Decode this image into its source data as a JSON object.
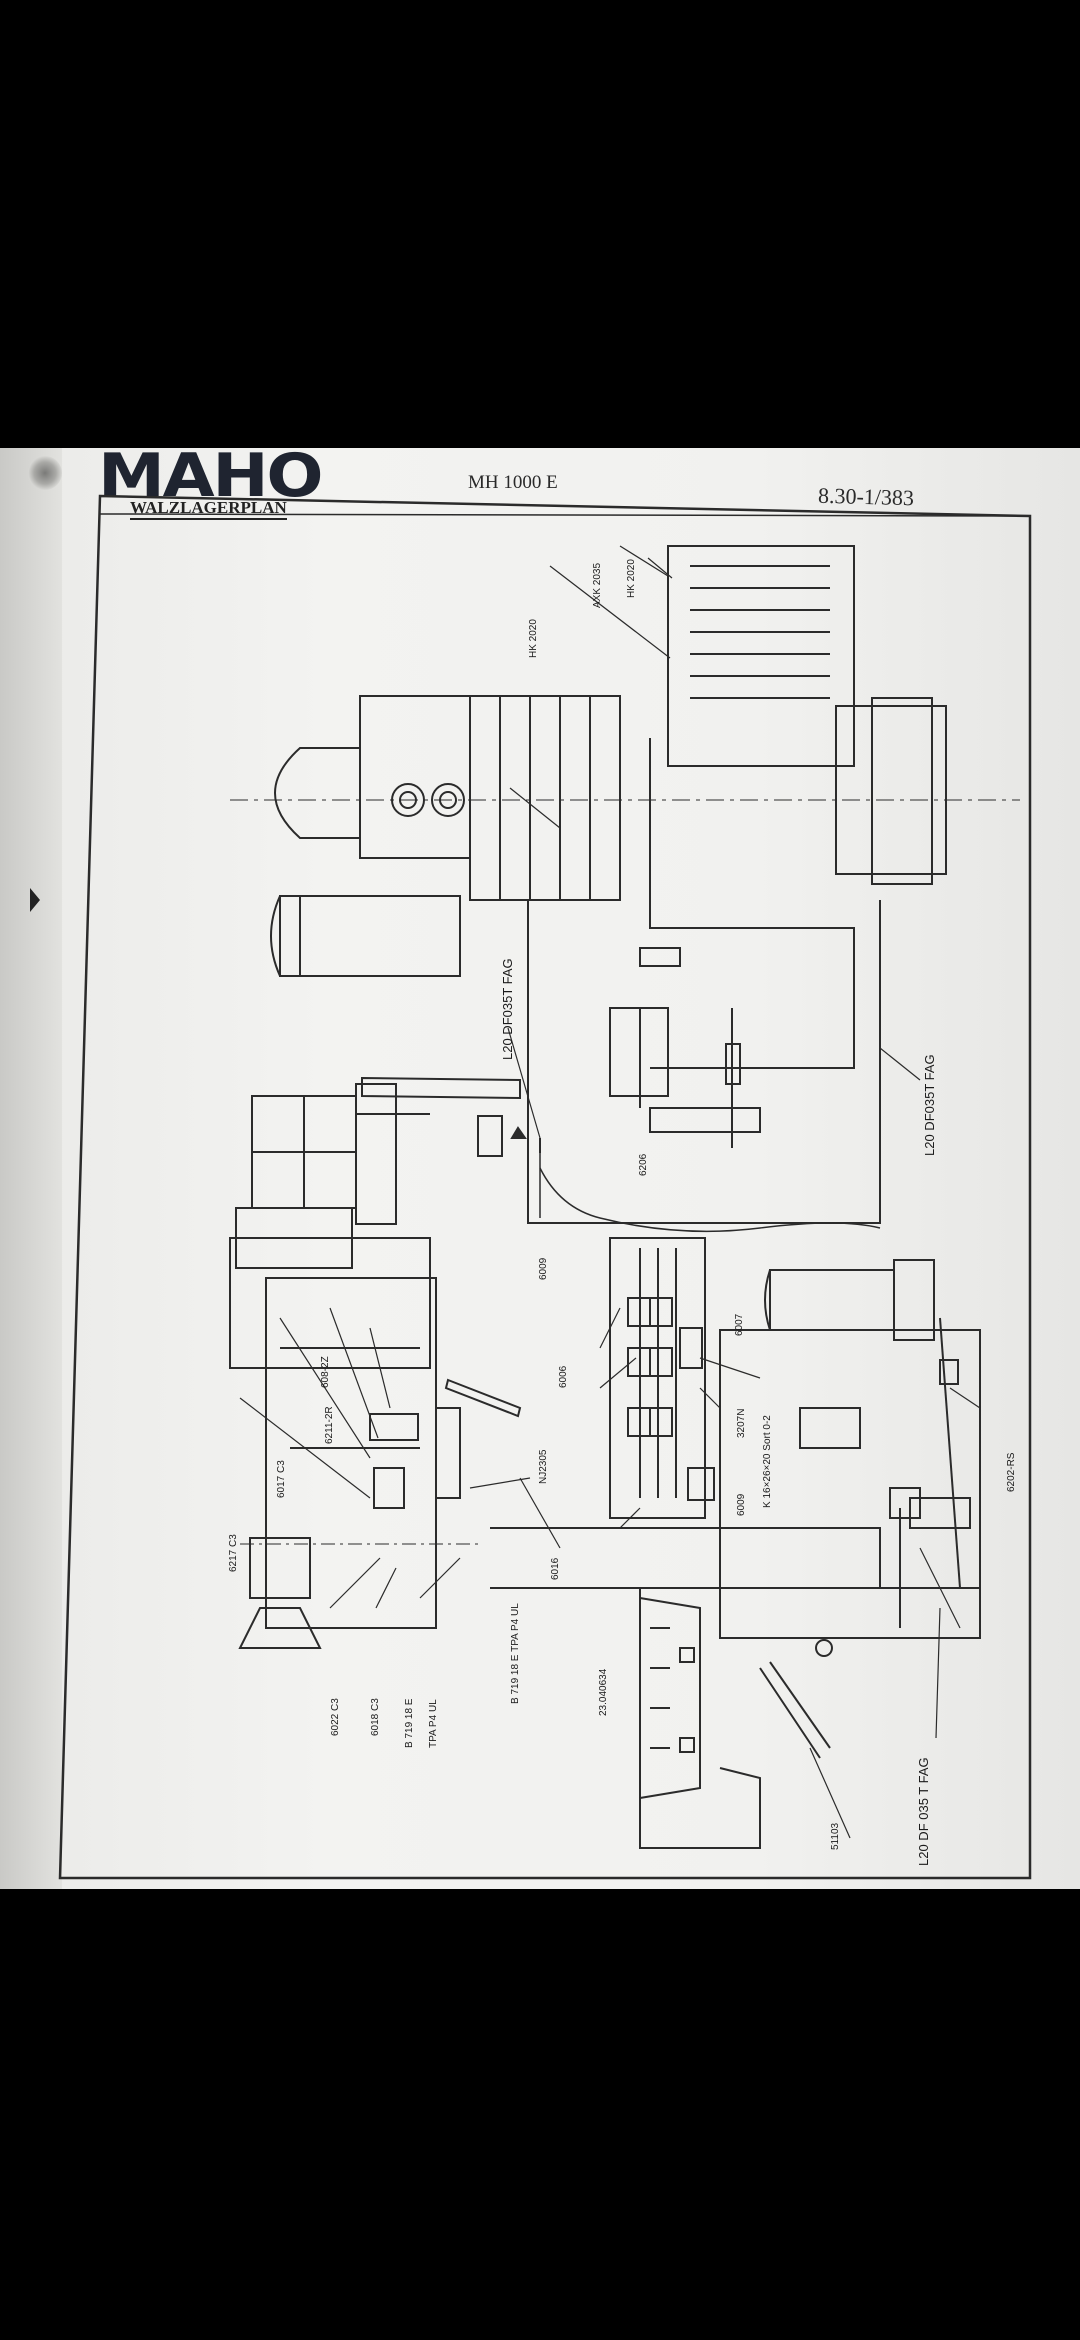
{
  "header": {
    "logo": "MAHO",
    "model": "MH 1000 E",
    "doc_number": "8.30-1/383",
    "sheet_title": "WALZLAGERPLAN"
  },
  "labels": {
    "hk2020_a": "HK 2020",
    "axk2035": "AXK 2035",
    "hk2020_b": "HK 2020",
    "l20_upper": "L20 DF035T FAG",
    "l20_right": "L20 DF035T FAG",
    "l20_bottom": "L20 DF 035 T FAG",
    "b6206": "6206",
    "b6009_top": "6009",
    "b6006": "6006",
    "b6007": "6007",
    "nj2305": "NJ2305",
    "b3207n": "3207N",
    "k16": "K 16×26×20 Sort 0-2",
    "b6009_bot": "6009",
    "b6202": "6202-RS",
    "b608": "608-2Z",
    "b6211": "6211-2R",
    "b6017": "6017 C3",
    "b6217": "6217 C3",
    "b6022": "6022 C3",
    "b6018": "6018 C3",
    "b719_1": "B 719 18 E",
    "b719_2": "TPA P4 UL",
    "b719_long": "B 719 18 E TPA P4 UL",
    "b6016": "6016",
    "b23": "23.040634",
    "b51103": "51103"
  }
}
